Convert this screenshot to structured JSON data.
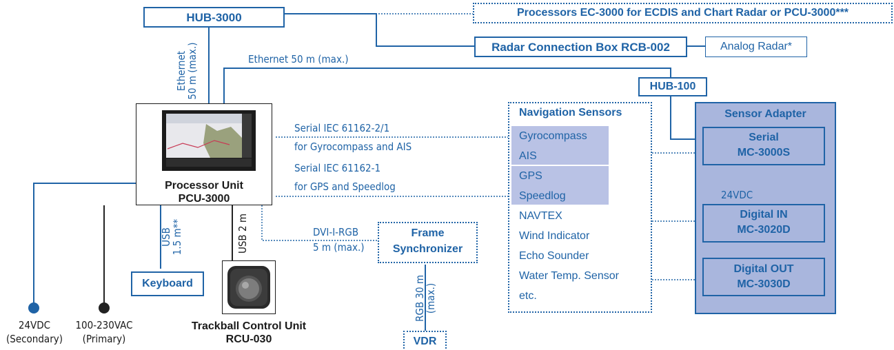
{
  "hub3000": "HUB-3000",
  "processors": "Processors EC-3000 for ECDIS and Chart Radar or PCU-3000***",
  "rcb": "Radar Connection Box RCB-002",
  "analog_radar": "Analog Radar*",
  "eth_hub3000": [
    "Ethernet",
    "50 m (max.)"
  ],
  "eth_hub100": "Ethernet  50 m (max.)",
  "hub100": "HUB-100",
  "pcu": {
    "label": "Processor Unit",
    "model": "PCU-3000"
  },
  "serial1": [
    "Serial IEC 61162-2/1",
    "for Gyrocompass and AIS"
  ],
  "serial2": [
    "Serial IEC 61162-1",
    "for GPS and Speedlog"
  ],
  "dvi": [
    "DVI-I-RGB",
    "5 m (max.)"
  ],
  "frame_sync": [
    "Frame",
    "Synchronizer"
  ],
  "rgb_vdr": [
    "RGB 30 m",
    "(max.)"
  ],
  "vdr": "VDR",
  "usb_keyboard": [
    "USB",
    "1.5 m**"
  ],
  "keyboard": "Keyboard",
  "usb_trackball": "USB 2 m",
  "trackball": {
    "label": "Trackball Control Unit",
    "model": "RCU-030"
  },
  "power_secondary": [
    "24VDC",
    "(Secondary)"
  ],
  "power_primary": [
    "100-230VAC",
    "(Primary)"
  ],
  "nav_sensors": {
    "title": "Navigation Sensors",
    "items": [
      "Gyrocompass",
      "AIS",
      "GPS",
      "Speedlog",
      "NAVTEX",
      "Wind Indicator",
      "Echo Sounder",
      "Water Temp. Sensor",
      "etc."
    ]
  },
  "sensor_adapter": {
    "title": "Sensor Adapter",
    "serial": [
      "Serial",
      "MC-3000S"
    ],
    "digital_in": [
      "Digital IN",
      "MC-3020D"
    ],
    "digital_out": [
      "Digital OUT",
      "MC-3030D"
    ],
    "power": "24VDC"
  },
  "colors": {
    "line": "#1f63a6",
    "adapter_bg": "#a9b6dd",
    "sensor_highlight": "#b9c2e5",
    "connector_dark": "#222222"
  }
}
